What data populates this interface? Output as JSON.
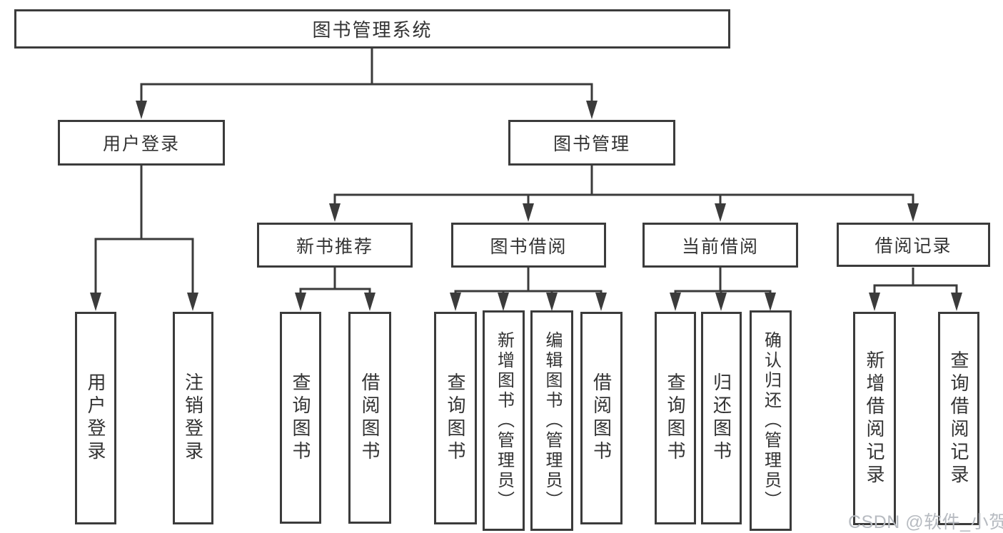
{
  "diagram": {
    "root": "图书管理系统",
    "branches": [
      {
        "label": "用户登录",
        "children": [
          "用户登录",
          "注销登录"
        ]
      },
      {
        "label": "图书管理",
        "children": [
          {
            "label": "新书推荐",
            "children": [
              "查询图书",
              "借阅图书"
            ]
          },
          {
            "label": "图书借阅",
            "children": [
              "查询图书",
              "新增图书（管理员）",
              "编辑图书（管理员）",
              "借阅图书"
            ]
          },
          {
            "label": "当前借阅",
            "children": [
              "查询图书",
              "归还图书",
              "确认归还（管理员）"
            ]
          },
          {
            "label": "借阅记录",
            "children": [
              "新增借阅记录",
              "查询借阅记录"
            ]
          }
        ]
      }
    ]
  },
  "watermark": "CSDN @软件_小贺同学",
  "colors": {
    "line": "#3b3b3b",
    "text": "#333333",
    "watermark": "#b7bbc1"
  }
}
